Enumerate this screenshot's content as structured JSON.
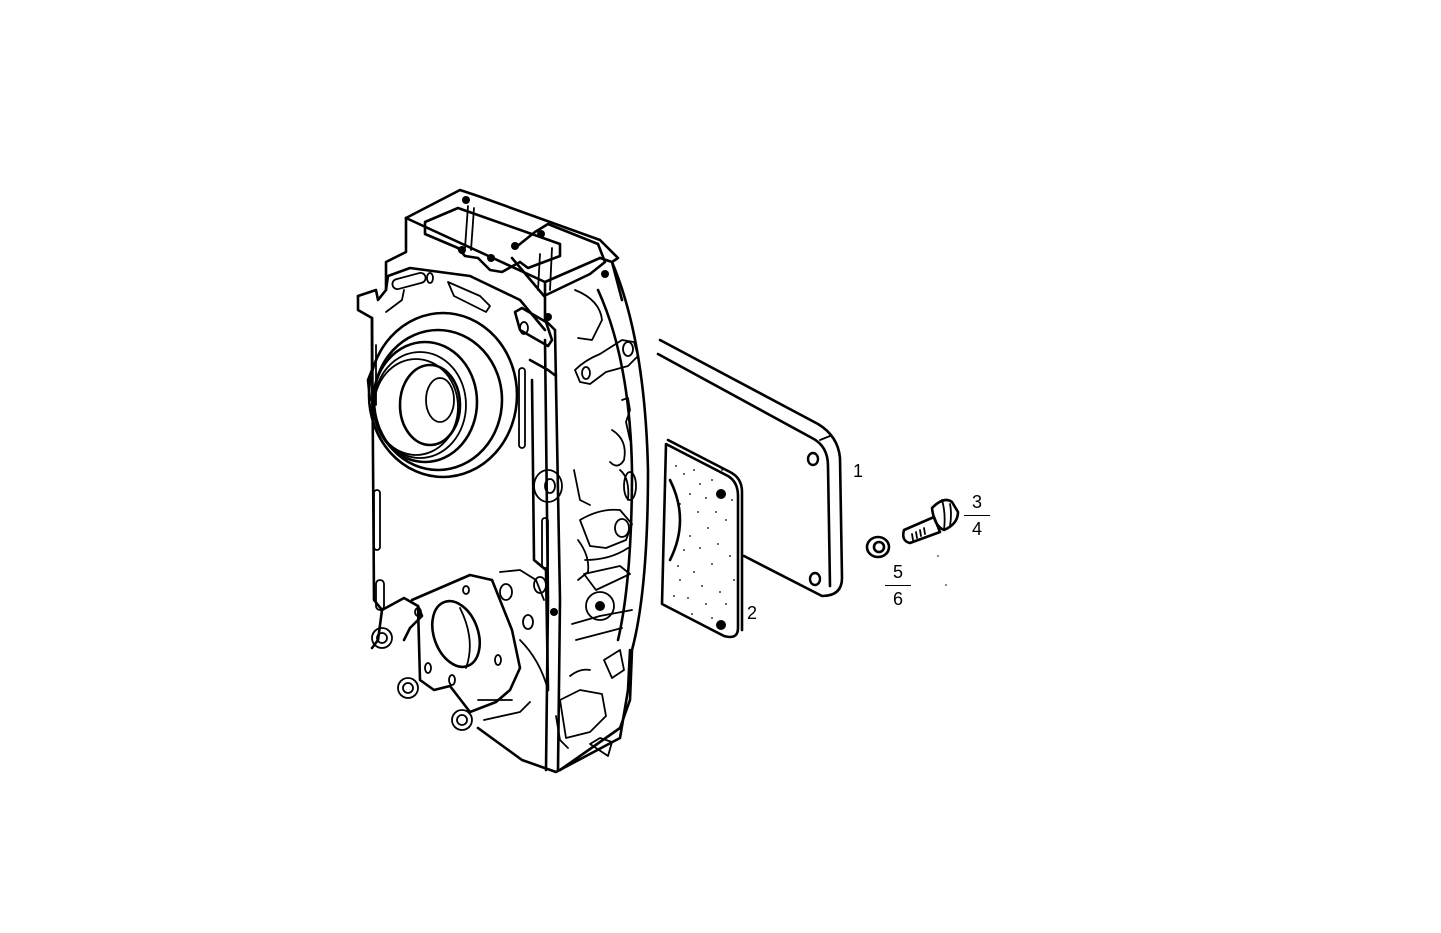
{
  "diagram": {
    "type": "exploded-parts-view",
    "subject": "transmission housing with cover plate, gasket, screw and washer",
    "colors": {
      "line": "#000000",
      "background": "#ffffff"
    },
    "callouts": [
      {
        "id": "1",
        "label": "1",
        "part": "cover-plate"
      },
      {
        "id": "2",
        "label": "2",
        "part": "gasket"
      }
    ],
    "fraction_callouts": [
      {
        "id": "3-4",
        "numerator": "3",
        "denominator": "4",
        "part": "screw"
      },
      {
        "id": "5-6",
        "numerator": "5",
        "denominator": "6",
        "part": "washer"
      }
    ]
  }
}
